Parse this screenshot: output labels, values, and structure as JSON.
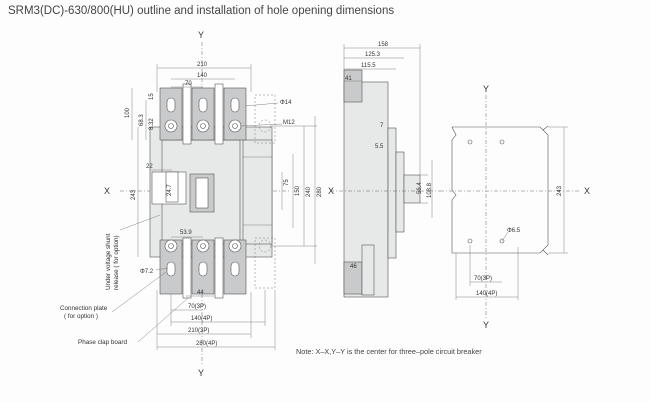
{
  "title": "SRM3(DC)-630/800(HU) outline and installation of hole opening dimensions",
  "axes": {
    "y_top": "Y",
    "y_bottom": "Y",
    "x_left": "X",
    "x_right": "X",
    "x_mid": "X",
    "y_right_top": "Y",
    "y_right_bottom": "Y",
    "x_far_right": "X"
  },
  "front_dims": {
    "d210": "210",
    "d140": "140",
    "d70": "70",
    "d100": "100",
    "d68_3": "68.3",
    "d15": "15",
    "d8_32": "8.32",
    "phi14": "Φ14",
    "m12": "M12",
    "d22": "22",
    "d24_7": "24.7",
    "d243": "243",
    "d75": "75",
    "d150": "150",
    "d240": "240",
    "d280": "280",
    "d53_9": "53.9",
    "phi7_2": "Φ7.2",
    "d44": "44",
    "d70_3p": "70(3P)",
    "d140_4p": "140(4P)",
    "d210_3p": "210(3P)",
    "d280_4p": "280(4P)"
  },
  "side_dims": {
    "d158": "158",
    "d125_3": "125.3",
    "d115_5": "115.5",
    "d41": "41",
    "d7": "7",
    "d5_5": "5.5",
    "d56_4": "56.4",
    "d108_8": "108.8",
    "d46": "46"
  },
  "hole_dims": {
    "d243": "243",
    "phi6_5": "Φ6.5",
    "d70_3p": "70(3P)",
    "d140_4p": "140(4P)"
  },
  "labels": {
    "uv_release": [
      "Under voltage shunt",
      "release ( for option)"
    ],
    "connection_plate": [
      "Connection plate",
      "( for option )"
    ],
    "phase_clap": "Phase clap board"
  },
  "note": "Note: X–X,Y–Y is the center for three–pole circuit breaker"
}
